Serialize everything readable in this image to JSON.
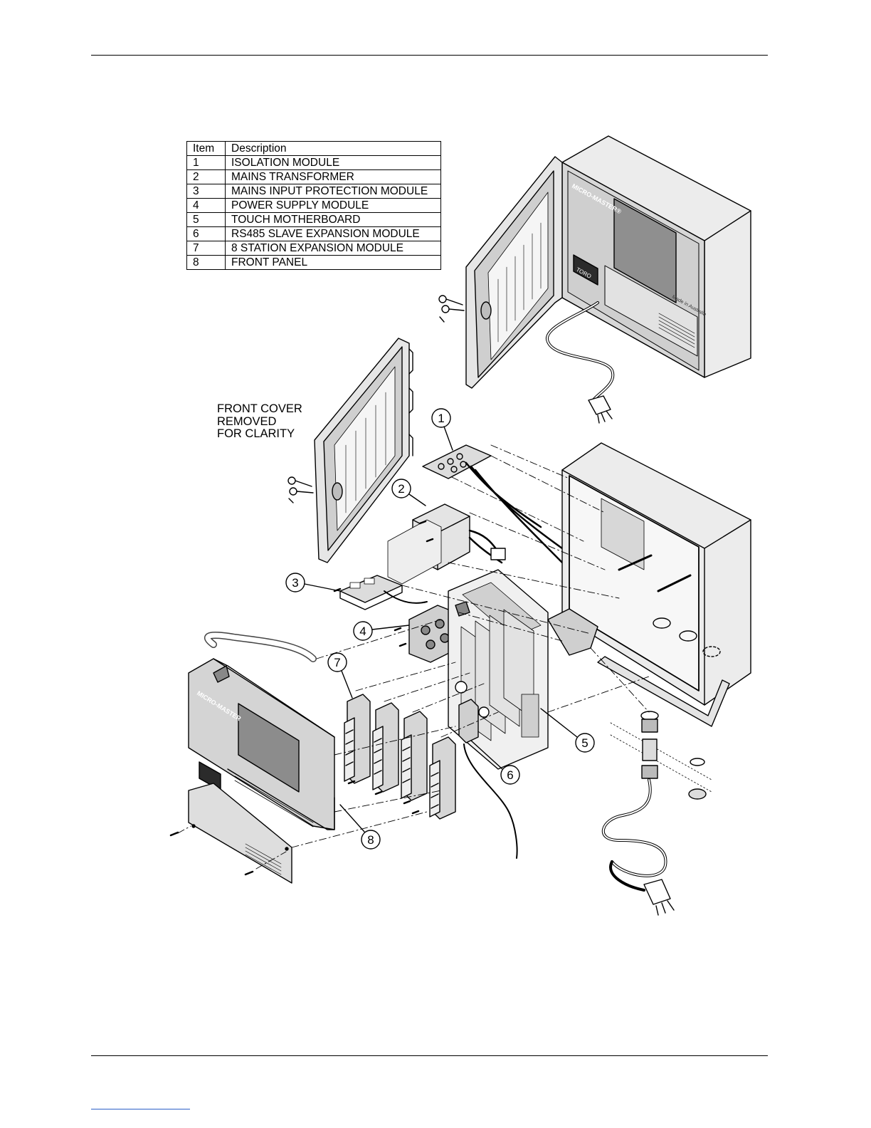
{
  "parts_table": {
    "headers": [
      "Item",
      "Description"
    ],
    "rows": [
      {
        "item": "1",
        "description": "ISOLATION MODULE"
      },
      {
        "item": "2",
        "description": "MAINS TRANSFORMER"
      },
      {
        "item": "3",
        "description": "MAINS INPUT PROTECTION MODULE"
      },
      {
        "item": "4",
        "description": "POWER SUPPLY MODULE"
      },
      {
        "item": "5",
        "description": "TOUCH MOTHERBOARD"
      },
      {
        "item": "6",
        "description": "RS485 SLAVE EXPANSION MODULE"
      },
      {
        "item": "7",
        "description": "8 STATION EXPANSION MODULE"
      },
      {
        "item": "8",
        "description": "FRONT PANEL"
      }
    ]
  },
  "note": {
    "lines": [
      "FRONT COVER",
      "REMOVED",
      "FOR CLARITY"
    ]
  },
  "callouts": [
    "1",
    "2",
    "3",
    "4",
    "5",
    "6",
    "7",
    "8"
  ],
  "branding": {
    "panel_logo": "MICRO-MASTER®",
    "brand_badge": "TORO",
    "made_in": "Made in Australia"
  }
}
